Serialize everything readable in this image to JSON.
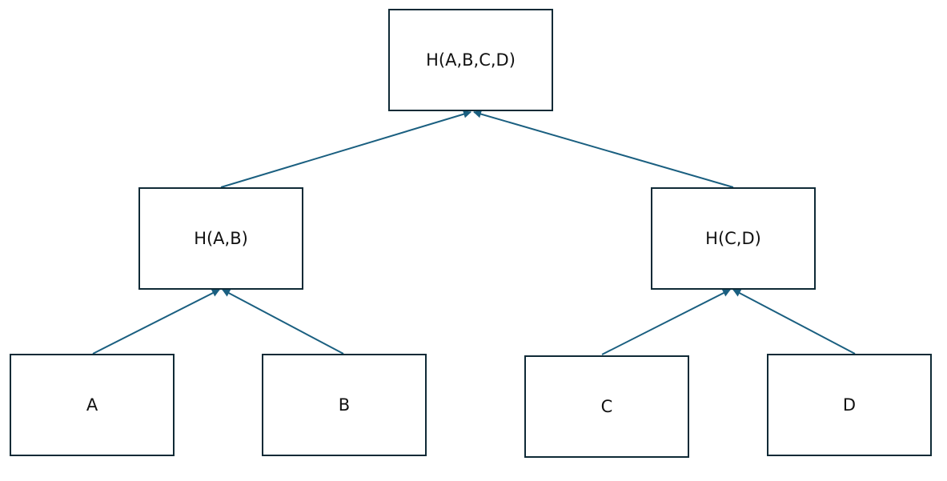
{
  "diagram": {
    "line_color": "#1a5f80",
    "border_color": "#0f2a36",
    "nodes": {
      "root": {
        "label": "H(A,B,C,D)"
      },
      "ab": {
        "label": "H(A,B)"
      },
      "cd": {
        "label": "H(C,D)"
      },
      "a": {
        "label": "A"
      },
      "b": {
        "label": "B"
      },
      "c": {
        "label": "C"
      },
      "d": {
        "label": "D"
      }
    },
    "edges": [
      {
        "from": "ab",
        "to": "root"
      },
      {
        "from": "cd",
        "to": "root"
      },
      {
        "from": "a",
        "to": "ab"
      },
      {
        "from": "b",
        "to": "ab"
      },
      {
        "from": "c",
        "to": "cd"
      },
      {
        "from": "d",
        "to": "cd"
      }
    ]
  }
}
